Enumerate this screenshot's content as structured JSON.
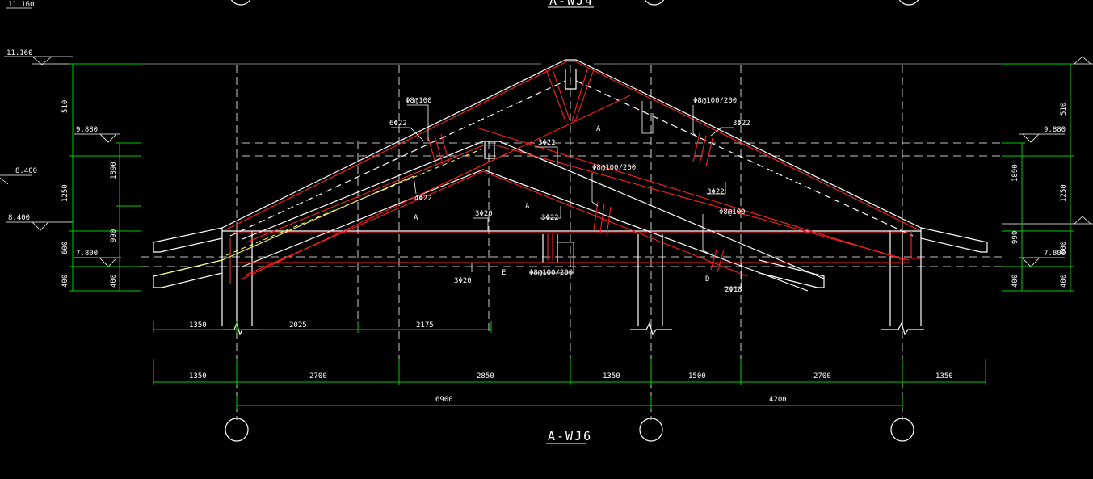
{
  "drawing": {
    "title": "A-WJ6",
    "top_title_partial": "A-WJ4",
    "colors": {
      "background": "#000000",
      "linework": "#ffffff",
      "section_red": "#ff2020",
      "dimension_green": "#00cc00",
      "hidden_yellow": "#ffff60"
    }
  },
  "elevations": {
    "left": [
      "11.160",
      "11.160",
      "9.880",
      "8.400",
      "8.400",
      "7.800"
    ],
    "right": [
      "9.880",
      "7.800"
    ]
  },
  "vertical_dims": {
    "left_outer": [
      "510",
      "1250",
      "600",
      "400"
    ],
    "left_inner": [
      "1890",
      "990",
      "400"
    ],
    "right_outer": [
      "510",
      "1250",
      "600",
      "400"
    ],
    "right_inner": [
      "1890",
      "990",
      "400"
    ]
  },
  "rebar_labels": {
    "l1": "Φ8@100",
    "l2": "6Φ22",
    "l3": "3Φ22",
    "l4": "4Φ22",
    "l5": "3Φ20",
    "l6": "3Φ22",
    "l7": "Φ8@100/200",
    "l8": "Φ8@100/200",
    "l9": "3Φ22",
    "l10": "3Φ22",
    "l11": "Φ8@100",
    "l12": "2Φ18",
    "l13": "3Φ20",
    "l14": "Φ8@100/200"
  },
  "section_marks": {
    "a": "A",
    "b": "A",
    "c": "A",
    "d": "D",
    "e": "E"
  },
  "dims_row1": [
    "1350",
    "2025",
    "2175"
  ],
  "dims_row2": [
    "1350",
    "2700",
    "2850",
    "1350",
    "1500",
    "2700",
    "1350"
  ],
  "dims_row3": [
    "6900",
    "4200"
  ]
}
